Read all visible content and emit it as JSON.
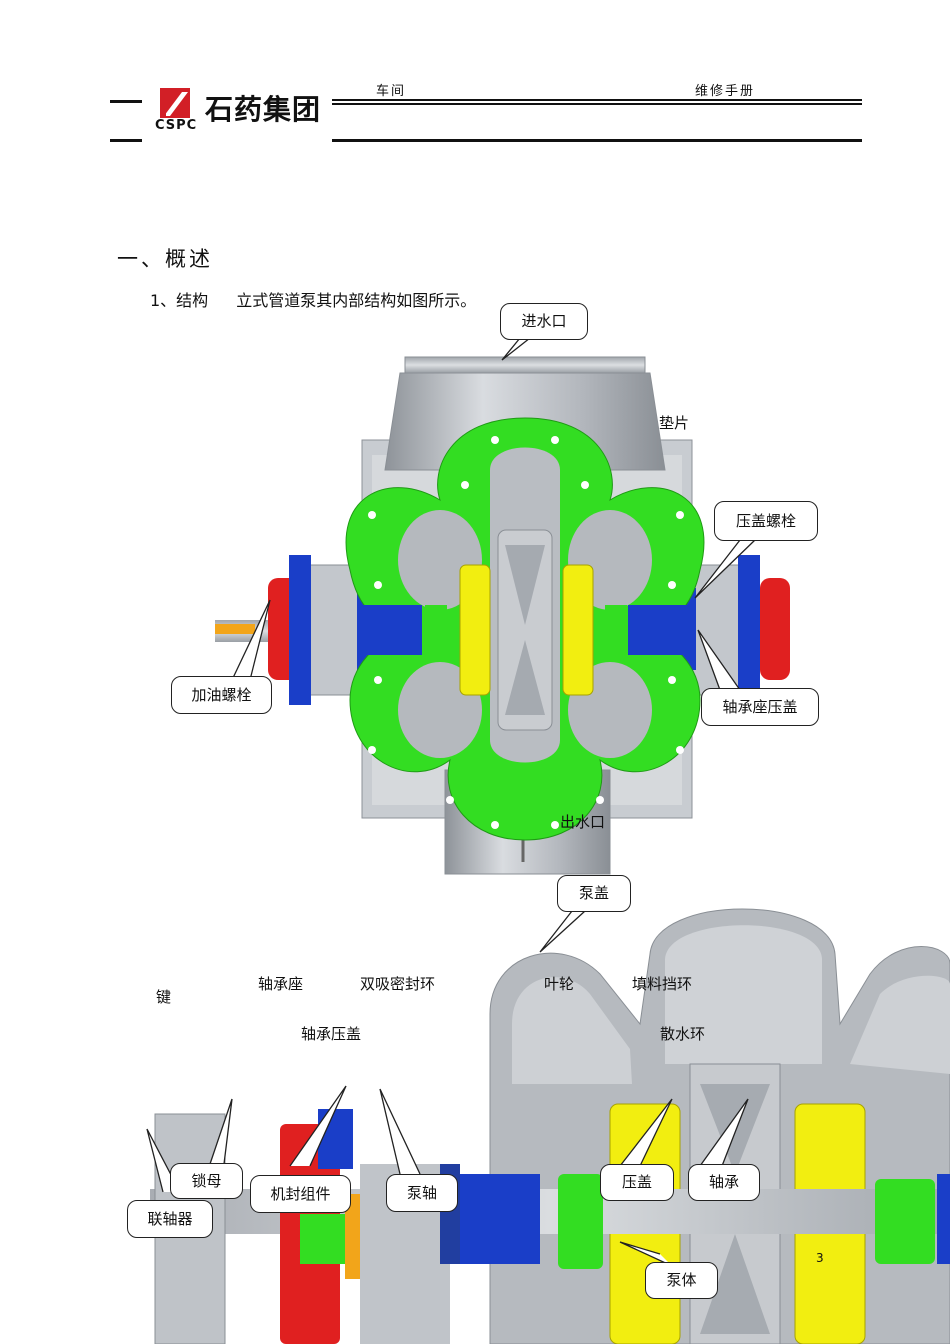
{
  "header": {
    "logo_abbrev": "CSPC",
    "logo_name": "石药集团",
    "workshop": "车间",
    "manual": "维修手册"
  },
  "section": {
    "title": "一、概述",
    "sub_number": "1、结构",
    "sub_text": "立式管道泵其内部结构如图所示。"
  },
  "figure1": {
    "labels": {
      "inlet": "进水口",
      "gasket": "垫片",
      "gland_bolt": "压盖螺栓",
      "oil_bolt": "加油螺栓",
      "bearing_seat_cover": "轴承座压盖",
      "outlet": "出水口"
    }
  },
  "figure2": {
    "labels": {
      "pump_cover": "泵盖",
      "key": "键",
      "bearing_seat": "轴承座",
      "double_suction_ring": "双吸密封环",
      "impeller": "叶轮",
      "packing_ring": "填料挡环",
      "bearing_cover": "轴承压盖",
      "water_ring": "散水环",
      "lock_nut": "锁母",
      "seal_assembly": "机封组件",
      "pump_shaft": "泵轴",
      "gland": "压盖",
      "bearing": "轴承",
      "coupling": "联轴器",
      "pump_body": "泵体"
    }
  },
  "page_number": "3",
  "colors": {
    "flange_green": "#33dd22",
    "impeller_yellow": "#f2ee10",
    "bearing_blue": "#1a3ec8",
    "cap_red": "#e02020",
    "steel_gray": "#b8bcc2",
    "logo_red": "#d21f26"
  }
}
